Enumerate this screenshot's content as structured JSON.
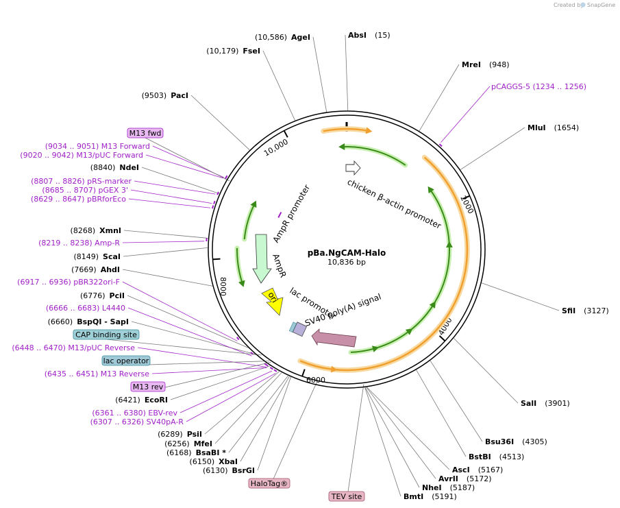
{
  "credit": {
    "created_by": "Created by",
    "brand": "SnapGene"
  },
  "plasmid": {
    "name": "pBa.NgCAM-Halo",
    "size_label": "10,836 bp",
    "length": 10836
  },
  "ticks": [
    "2000",
    "4000",
    "6000",
    "8000",
    "10,000"
  ],
  "sites": [
    {
      "name": "AbsI",
      "coord": "(15)",
      "pos": 15
    },
    {
      "name": "MreI",
      "coord": "(948)",
      "pos": 948
    },
    {
      "name": "MluI",
      "coord": "(1654)",
      "pos": 1654
    },
    {
      "name": "SfiI",
      "coord": "(3127)",
      "pos": 3127
    },
    {
      "name": "SalI",
      "coord": "(3901)",
      "pos": 3901
    },
    {
      "name": "Bsu36I",
      "coord": "(4305)",
      "pos": 4305
    },
    {
      "name": "BstBI",
      "coord": "(4513)",
      "pos": 4513
    },
    {
      "name": "AscI",
      "coord": "(5167)",
      "pos": 5167
    },
    {
      "name": "AvrII",
      "coord": "(5172)",
      "pos": 5172
    },
    {
      "name": "NheI",
      "coord": "(5187)",
      "pos": 5187
    },
    {
      "name": "BmtI",
      "coord": "(5191)",
      "pos": 5191
    },
    {
      "name": "BsrGI",
      "coord": "(6130)",
      "pos": 6130
    },
    {
      "name": "XbaI",
      "coord": "(6150)",
      "pos": 6150
    },
    {
      "name": "BsaBI *",
      "coord": "(6168)",
      "pos": 6168
    },
    {
      "name": "MfeI",
      "coord": "(6256)",
      "pos": 6256
    },
    {
      "name": "PsiI",
      "coord": "(6289)",
      "pos": 6289
    },
    {
      "name": "EcoRI",
      "coord": "(6421)",
      "pos": 6421
    },
    {
      "name": "BspQI   -  SapI",
      "coord": "(6660)",
      "pos": 6660
    },
    {
      "name": "PciI",
      "coord": "(6776)",
      "pos": 6776
    },
    {
      "name": "AhdI",
      "coord": "(7669)",
      "pos": 7669
    },
    {
      "name": "ScaI",
      "coord": "(8149)",
      "pos": 8149
    },
    {
      "name": "XmnI",
      "coord": "(8268)",
      "pos": 8268
    },
    {
      "name": "NdeI",
      "coord": "(8840)",
      "pos": 8840
    },
    {
      "name": "PacI",
      "coord": "(9503)",
      "pos": 9503
    },
    {
      "name": "FseI",
      "coord": "(10,179)",
      "pos": 10179
    },
    {
      "name": "AgeI",
      "coord": "(10,586)",
      "pos": 10586
    }
  ],
  "primers": [
    {
      "text": "pCAGGS-5     (1234 .. 1256)",
      "pos": 1245
    },
    {
      "text": "(9034 .. 9051)  M13 Forward",
      "pos": 9042
    },
    {
      "text": "(9020 .. 9042)  M13/pUC Forward",
      "pos": 9031
    },
    {
      "text": "(8807 .. 8826)  pRS-marker",
      "pos": 8816
    },
    {
      "text": "(8685 .. 8707)  pGEX 3'",
      "pos": 8696
    },
    {
      "text": "(8629 .. 8647)  pBRforEco",
      "pos": 8638
    },
    {
      "text": "(8219 .. 8238)  Amp-R",
      "pos": 8228
    },
    {
      "text": "(6917 .. 6936)  pBR322ori-F",
      "pos": 6926
    },
    {
      "text": "(6666 .. 6683)  L4440",
      "pos": 6674
    },
    {
      "text": "(6448 .. 6470)  M13/pUC Reverse",
      "pos": 6459
    },
    {
      "text": "(6435 .. 6451)  M13 Reverse",
      "pos": 6443
    },
    {
      "text": "(6361 .. 6380)  EBV-rev",
      "pos": 6370
    },
    {
      "text": "(6307 .. 6326)  SV40pA-R",
      "pos": 6316
    }
  ],
  "boxed_labels": [
    {
      "text": "M13 fwd",
      "pos": 9040,
      "fill": "#e8b8f0",
      "stroke": "#a020c8"
    },
    {
      "text": "CAP binding site",
      "pos": 6590,
      "fill": "#9fd0d8",
      "stroke": "#3a8a99"
    },
    {
      "text": "lac operator",
      "pos": 6465,
      "fill": "#9fc9d6",
      "stroke": "#3a8a99"
    },
    {
      "text": "M13 rev",
      "pos": 6440,
      "fill": "#e8b8f0",
      "stroke": "#a020c8"
    },
    {
      "text": "HaloTag®",
      "pos": 5800,
      "fill": "#e7b7c5",
      "stroke": "#a0506a"
    },
    {
      "text": "TEV site",
      "pos": 5200,
      "fill": "#e7b7c5",
      "stroke": "#a0506a"
    }
  ],
  "features": [
    {
      "label": "chicken β-actin promoter"
    },
    {
      "label": "AmpR promoter"
    },
    {
      "label": "AmpR"
    },
    {
      "label": "ori"
    },
    {
      "label": "lac promoter"
    },
    {
      "label": "SV40 poly(A) signal"
    }
  ],
  "colors": {
    "orf": "#f0a030",
    "orf_glow": "#f8d9a0",
    "green": "#3a8a1a",
    "green_glow": "#c8f0b0",
    "ampr_fill": "#c8f8d0",
    "ori_fill": "#ffff00",
    "sv40_fill": "#c890a8",
    "primer": "#a020c8"
  }
}
